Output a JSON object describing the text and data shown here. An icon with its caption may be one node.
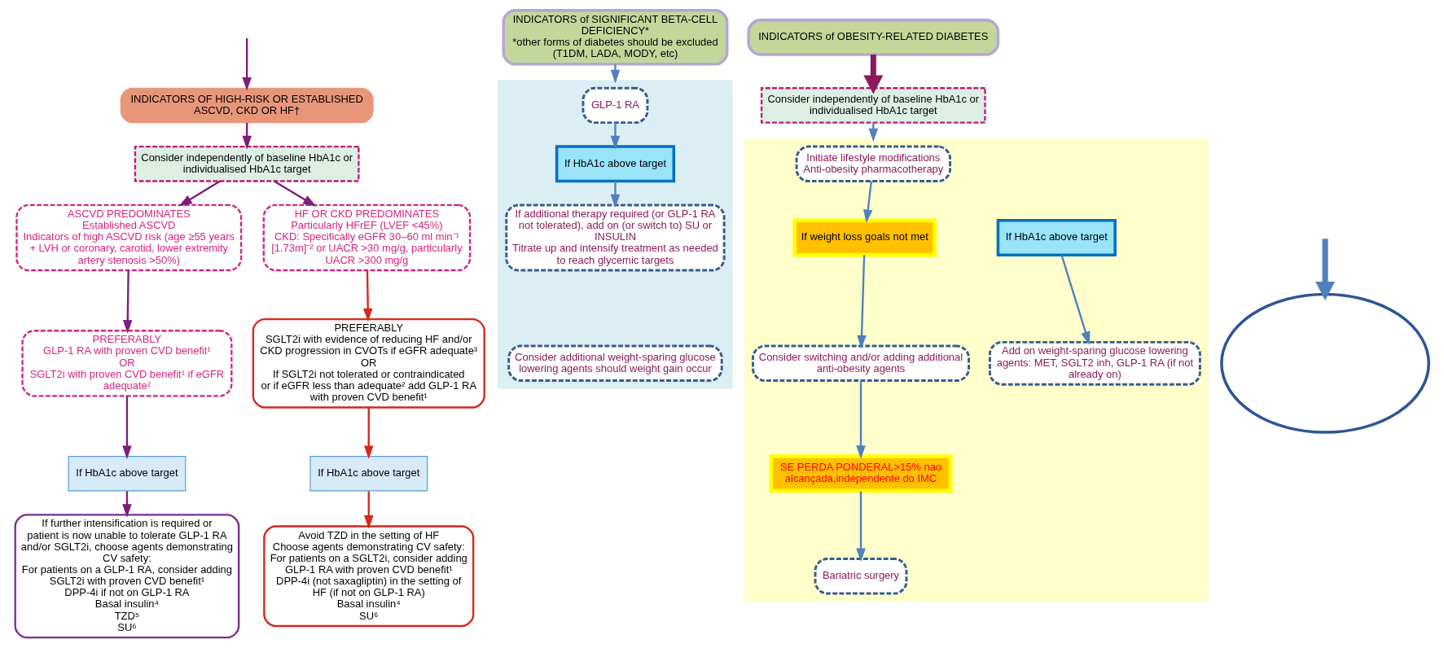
{
  "diagram": {
    "nodes": [
      {
        "text": [
          "INDICATORS OF HIGH-RISK OR ESTABLISHED ASCVD, CKD OR HF†"
        ]
      },
      {
        "text": [
          "Consider independently of baseline HbA1c or individualised HbA1c target"
        ]
      },
      {
        "text": [
          "ASCVD PREDOMINATES",
          "Established ASCVD",
          "Indicators of high ASCVD risk (age ≥55 years + LVH or coronary, carotid, lower extremity artery stenosis >50%)"
        ]
      },
      {
        "text": [
          "HF OR CKD PREDOMINATES",
          "Particularly HFrEF (LVEF <45%)",
          "CKD: Specifically eGFR 30–60 ml min⁻¹ [1.73m]⁻² or UACR >30 mg/g, particularly UACR >300 mg/g"
        ]
      },
      {
        "text": [
          "PREFERABLY",
          "GLP-1 RA with proven CVD benefit¹",
          "OR",
          "SGLT2i with proven CVD benefit¹ if eGFR adequate²"
        ]
      },
      {
        "text": [
          "PREFERABLY",
          "SGLT2i with evidence of reducing HF and/or CKD progression in CVOTs if eGFR adequate³",
          "OR",
          "If SGLT2i not tolerated or contraindicated or if eGFR less than adequate² add GLP-1 RA with proven CVD benefit¹"
        ]
      },
      {
        "text": [
          "If HbA1c above target"
        ]
      },
      {
        "text": [
          "If HbA1c above target"
        ]
      },
      {
        "text": [
          "If further intensification is required or patient is now unable to tolerate GLP-1 RA and/or SGLT2i, choose agents demonstrating CV safety:",
          "For patients on a GLP-1 RA, consider adding SGLT2i with proven CVD benefit¹",
          "DPP-4i if not on GLP-1 RA",
          "Basal insulin⁴",
          "TZD⁵",
          "SU⁶"
        ]
      },
      {
        "text": [
          "Avoid TZD in the setting of HF",
          "Choose agents demonstrating CV safety:",
          "For patients on a SGLT2i, consider adding GLP-1 RA with proven CVD benefit¹",
          "DPP-4i (not saxagliptin) in the setting of HF (if not on GLP-1 RA)",
          "Basal insulin⁴",
          "SU⁶"
        ]
      },
      {
        "text": [
          "INDICATORS of SIGNIFICANT BETA-CELL DEFICIENCY*",
          "*other forms of diabetes should be excluded (T1DM, LADA, MODY, etc)"
        ]
      },
      {
        "text": [],
        "shape": "box"
      },
      {
        "text": [
          "GLP-1 RA"
        ],
        "in": 11
      },
      {
        "text": [
          "If HbA1c above target"
        ],
        "in": 11
      },
      {
        "text": [
          "If additional therapy required (or GLP-1 RA not tolerated), add on (or switch to) SU or INSULIN",
          "Titrate up and intensify treatment as needed to reach glycemic targets"
        ],
        "in": 11
      },
      {
        "text": [
          "Consider additional weight-sparing glucose lowering agents should weight gain occur"
        ],
        "in": 11
      },
      {
        "text": [
          "INDICATORS of OBESITY-RELATED DIABETES"
        ]
      },
      {
        "text": [
          "Consider independently of baseline HbA1c or individualised HbA1c target"
        ]
      },
      {
        "text": [],
        "shape": "box"
      },
      {
        "text": [
          "Initiate lifestyle modifications",
          "Anti-obesity pharmacotherapy"
        ],
        "in": 18
      },
      {
        "text": [
          "If weight loss goals not met"
        ],
        "in": 18
      },
      {
        "text": [
          "Consider switching and/or adding additional anti-obesity agents"
        ],
        "in": 18
      },
      {
        "text": [
          "SE PERDA PONDERAL>15% nao alcançada,independente do IMC"
        ],
        "in": 18
      },
      {
        "text": [
          "Bariatric surgery"
        ],
        "in": 18
      },
      {
        "text": [
          "If HbA1c above target"
        ],
        "in": 18
      },
      {
        "text": [
          "Add on weight-sparing glucose lowering agents: MET, SGLT2 inh, GLP-1 RA (if not already on)"
        ],
        "in": 18
      },
      {
        "text": [],
        "shape": "ellipse"
      }
    ],
    "edges": [
      {
        "from": null,
        "to": 0,
        "arrow": "to",
        "color": "#7b1f7b"
      },
      {
        "from": 0,
        "to": 1,
        "arrow": "to",
        "color": "#7b1f7b"
      },
      {
        "from": 1,
        "to": 2,
        "arrow": "to",
        "color": "#7b1f7b"
      },
      {
        "from": 1,
        "to": 3,
        "arrow": "to",
        "color": "#7b1f7b"
      },
      {
        "from": 2,
        "to": 4,
        "arrow": "to",
        "color": "#7b1f7b"
      },
      {
        "from": 3,
        "to": 5,
        "arrow": "to",
        "color": "#d9261c"
      },
      {
        "from": 4,
        "to": 6,
        "arrow": "to",
        "color": "#7b1f7b"
      },
      {
        "from": 5,
        "to": 7,
        "arrow": "to",
        "color": "#d9261c"
      },
      {
        "from": 6,
        "to": 8,
        "arrow": "to",
        "color": "#7b1f7b"
      },
      {
        "from": 7,
        "to": 9,
        "arrow": "to",
        "color": "#d9261c"
      },
      {
        "from": 10,
        "to": 11,
        "arrow": "to"
      },
      {
        "from": 12,
        "to": 13,
        "arrow": "to"
      },
      {
        "from": 13,
        "to": 14,
        "arrow": "to"
      },
      {
        "from": 16,
        "to": 17,
        "arrow": "to",
        "style": "thick",
        "color": "#8b1a5c"
      },
      {
        "from": 17,
        "to": 18,
        "arrow": "to"
      },
      {
        "from": 19,
        "to": 20,
        "arrow": "to"
      },
      {
        "from": 20,
        "to": 21,
        "arrow": "to"
      },
      {
        "from": 21,
        "to": 22,
        "arrow": "to"
      },
      {
        "from": 22,
        "to": 23,
        "arrow": "to"
      },
      {
        "from": 24,
        "to": 25,
        "arrow": "to"
      },
      {
        "from": null,
        "to": 26,
        "arrow": "to",
        "style": "thick",
        "color": "#4f81bd"
      }
    ]
  }
}
